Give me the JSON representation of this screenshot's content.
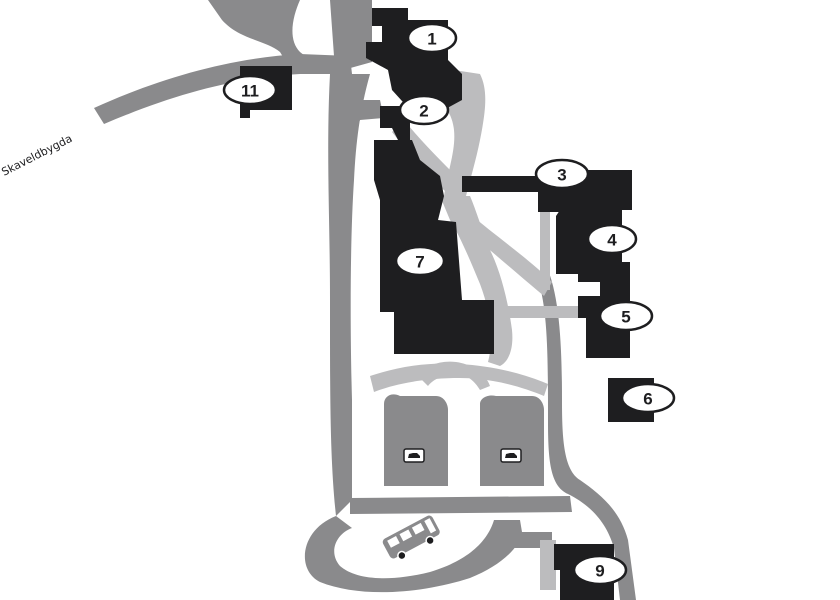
{
  "colors": {
    "building": "#1e1e20",
    "road": "#8a8a8c",
    "path": "#bcbcbe",
    "background": "#ffffff"
  },
  "street": {
    "name": "Skaveldbygda"
  },
  "buildings": [
    {
      "id": "1",
      "label": "1"
    },
    {
      "id": "2",
      "label": "2"
    },
    {
      "id": "3",
      "label": "3"
    },
    {
      "id": "4",
      "label": "4"
    },
    {
      "id": "5",
      "label": "5"
    },
    {
      "id": "6",
      "label": "6"
    },
    {
      "id": "7",
      "label": "7"
    },
    {
      "id": "9",
      "label": "9"
    },
    {
      "id": "11",
      "label": "11"
    }
  ],
  "icons": {
    "parking_left": "car-icon",
    "parking_right": "car-icon",
    "bus_stop": "bus-icon"
  }
}
